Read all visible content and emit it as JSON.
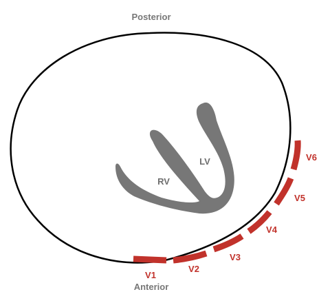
{
  "labels": {
    "posterior": "Posterior",
    "anterior": "Anterior",
    "rv": "RV",
    "lv": "LV"
  },
  "leads": [
    {
      "label": "V1"
    },
    {
      "label": "V2"
    },
    {
      "label": "V3"
    },
    {
      "label": "V4"
    },
    {
      "label": "V5"
    },
    {
      "label": "V6"
    }
  ],
  "colors": {
    "lead": "#c1322b",
    "heart": "#777777",
    "outline": "#000000",
    "text": "#777777"
  }
}
